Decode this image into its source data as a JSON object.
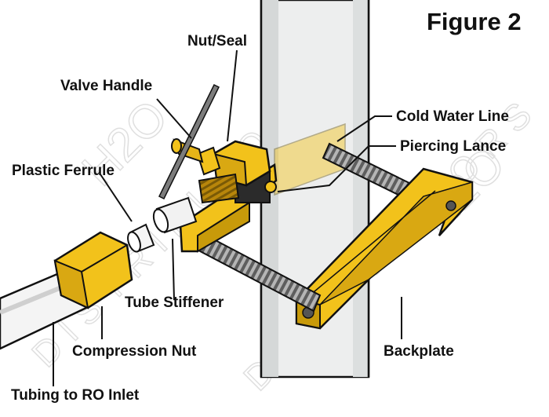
{
  "figure": {
    "title": "Figure 2",
    "watermark": "H2O DISTRIBUTORS",
    "colors": {
      "yellow": "#f2c21b",
      "yellow_dark": "#c89a0a",
      "pipe": "#eceeee",
      "pipe_shadow": "#cfd2d2",
      "thread": "#8a8a8a",
      "watermark": "#d9d9d9",
      "outline": "#111111"
    }
  },
  "labels": {
    "nut_seal": "Nut/Seal",
    "valve_handle": "Valve Handle",
    "cold_water_line": "Cold Water Line",
    "piercing_lance": "Piercing Lance",
    "plastic_ferrule": "Plastic Ferrule",
    "tube_stiffener": "Tube Stiffener",
    "compression_nut": "Compression Nut",
    "backplate": "Backplate",
    "tubing_to_ro_inlet": "Tubing to RO Inlet"
  }
}
